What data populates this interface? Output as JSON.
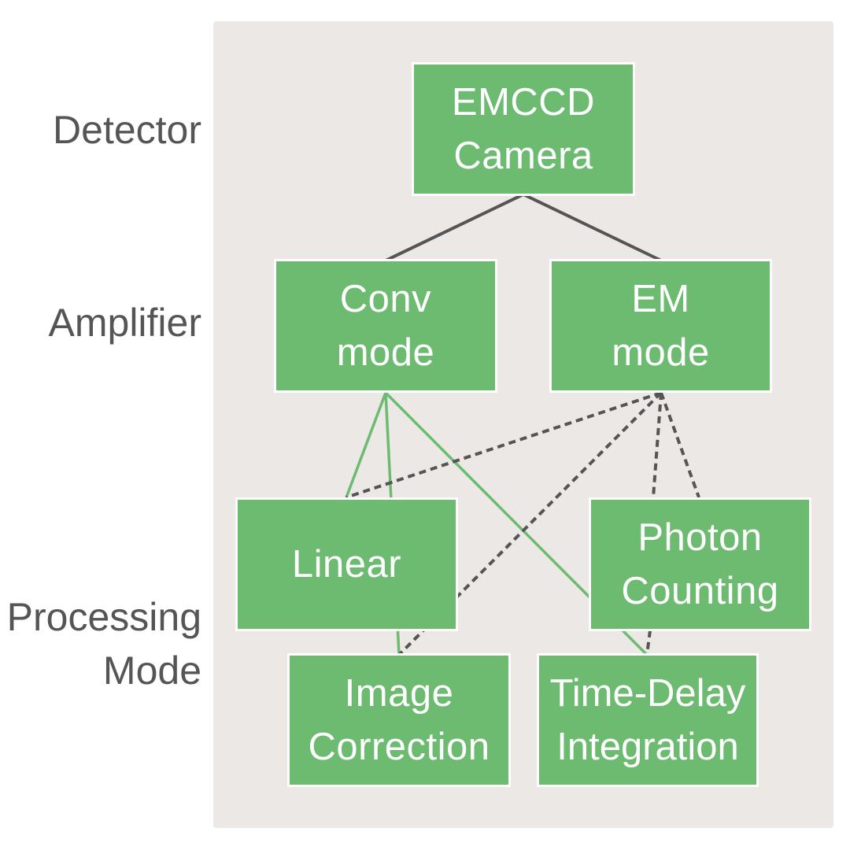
{
  "colors": {
    "node_fill": "#6cbb71",
    "node_border": "#ffffff",
    "panel_background": "#ebe8e6",
    "label_text": "#555555",
    "conv_edge": "#6cbb71",
    "em_edge": "#555555"
  },
  "row_labels": {
    "detector": "Detector",
    "amplifier": "Amplifier",
    "processing_line1": "Processing",
    "processing_line2": "Mode"
  },
  "nodes": {
    "emccd": {
      "line1": "EMCCD",
      "line2": "Camera"
    },
    "conv": {
      "line1": "Conv",
      "line2": "mode"
    },
    "em": {
      "line1": "EM",
      "line2": "mode"
    },
    "linear": {
      "line1": "Linear"
    },
    "photon": {
      "line1": "Photon",
      "line2": "Counting"
    },
    "image_correction": {
      "line1": "Image",
      "line2": "Correction"
    },
    "tdi": {
      "line1": "Time-Delay",
      "line2": "Integration"
    }
  },
  "edges": [
    {
      "from": "emccd",
      "to": "conv",
      "style": "solid-dark"
    },
    {
      "from": "emccd",
      "to": "em",
      "style": "solid-dark"
    },
    {
      "from": "conv",
      "to": "linear",
      "style": "solid-green"
    },
    {
      "from": "conv",
      "to": "image_correction",
      "style": "solid-green"
    },
    {
      "from": "conv",
      "to": "tdi",
      "style": "solid-green"
    },
    {
      "from": "em",
      "to": "linear",
      "style": "dashed-dark"
    },
    {
      "from": "em",
      "to": "image_correction",
      "style": "dashed-dark"
    },
    {
      "from": "em",
      "to": "photon",
      "style": "dashed-dark"
    },
    {
      "from": "em",
      "to": "tdi",
      "style": "dashed-dark"
    }
  ]
}
